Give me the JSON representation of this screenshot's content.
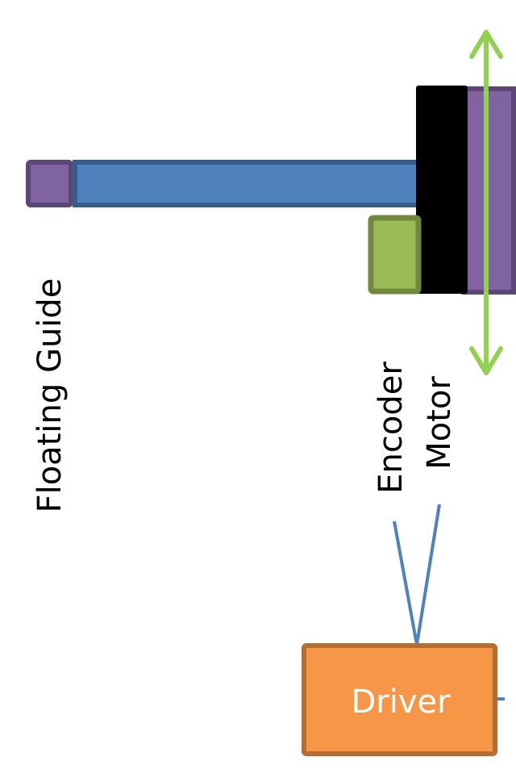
{
  "labels": {
    "floating_guide": "Floating Guide",
    "encoder": "Encoder",
    "motor": "Motor",
    "driver": "Driver"
  },
  "colors": {
    "guide_bar_fill": "#4f81bd",
    "guide_bar_stroke": "#385d8a",
    "purple_fill": "#8064a2",
    "purple_stroke": "#5c4776",
    "encoder_fill": "#9bbb59",
    "encoder_stroke": "#71893f",
    "motor_fill": "#000000",
    "arrow": "#92d050",
    "wire": "#4f81bd",
    "driver_fill": "#f79646",
    "driver_stroke": "#b66d31"
  }
}
